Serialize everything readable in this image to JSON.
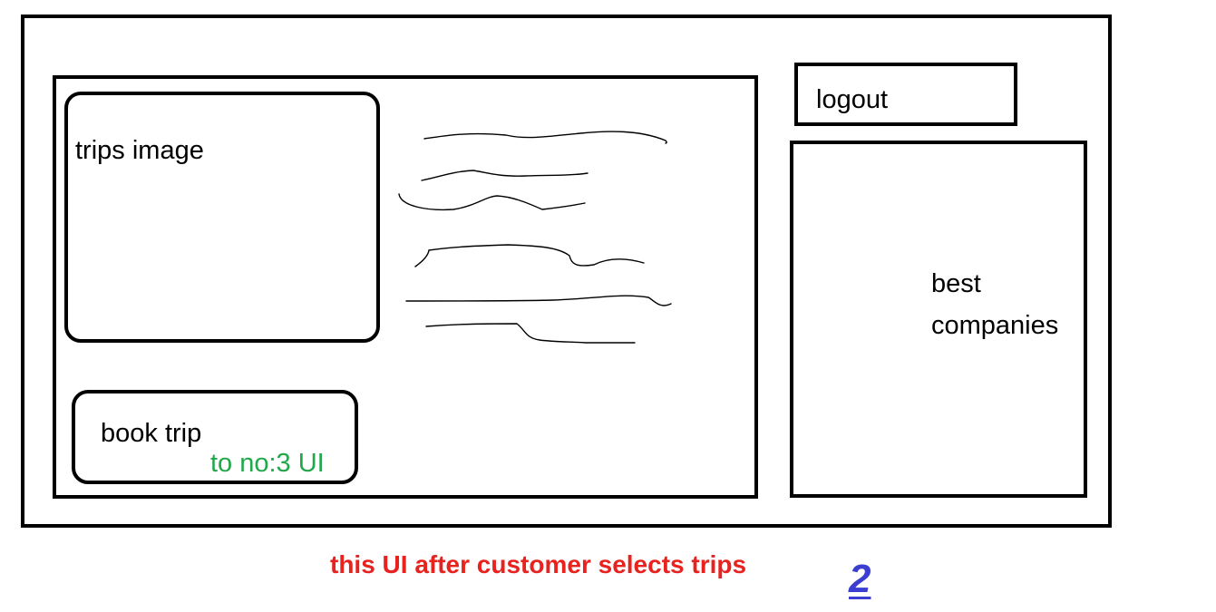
{
  "trip_panel": {
    "image_label": "trips image",
    "book_button_label": "book trip",
    "book_button_note": "to no:3 UI"
  },
  "sidebar": {
    "logout_label": "logout",
    "companies_label": "best companies"
  },
  "caption": "this UI after customer selects trips",
  "page_number": "2",
  "colors": {
    "outline": "#000000",
    "note_text": "#22a84a",
    "caption_text": "#e8231f",
    "page_number_text": "#3a3fd1"
  }
}
